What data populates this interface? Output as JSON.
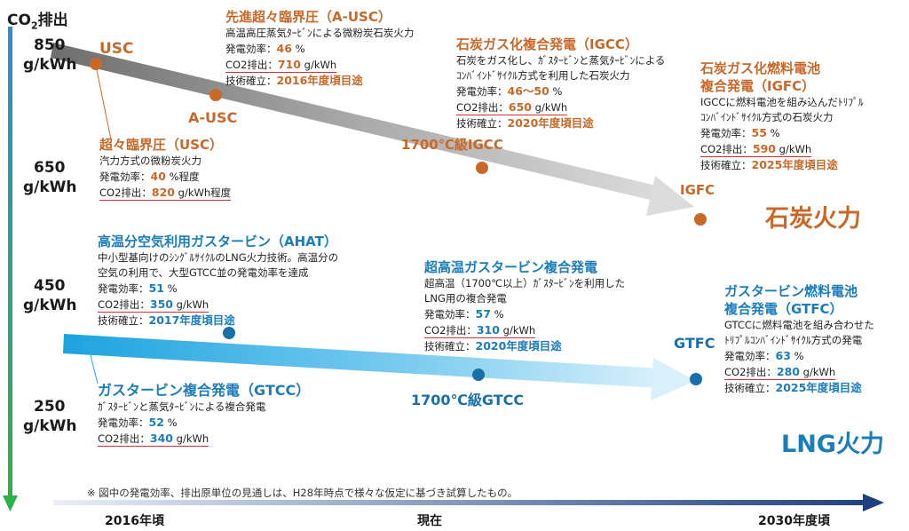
{
  "y_axis": {
    "title_main": "CO",
    "title_sub": "2",
    "title_tail": "排出",
    "labels": [
      {
        "value": "850",
        "unit": "g/kWh"
      },
      {
        "value": "650",
        "unit": "g/kWh"
      },
      {
        "value": "450",
        "unit": "g/kWh"
      },
      {
        "value": "250",
        "unit": "g/kWh"
      }
    ]
  },
  "x_axis": {
    "ticks": [
      "2016年頃",
      "現在",
      "2030年度頃"
    ],
    "note": "※ 図中の発電効率、排出原単位の見通しは、H28年時点で様々な仮定に基づき試算したもの。"
  },
  "categories": {
    "coal": "石炭火力",
    "lng": "LNG火力"
  },
  "coal_points": {
    "usc": "USC",
    "ausc": "A-USC",
    "igcc": "1700℃級IGCC",
    "igfc": "IGFC"
  },
  "lng_points": {
    "gtcc": "1700℃級GTCC",
    "gtfc": "GTFC"
  },
  "boxes": {
    "usc": {
      "title": "超々臨界圧（USC）",
      "desc": [
        "汽力方式の微粉炭火力"
      ],
      "eff_label": "発電効率：",
      "eff_value": "40",
      "eff_unit": "%程度",
      "co2_label": "CO2排出：",
      "co2_value": "820",
      "co2_unit": "g/kWh程度"
    },
    "ausc": {
      "title": "先進超々臨界圧（A-USC）",
      "desc": [
        "高温高圧蒸気ﾀｰﾋﾞﾝによる微粉炭石炭火力"
      ],
      "eff_label": "発電効率：",
      "eff_value": "46",
      "eff_unit": "%",
      "co2_label": "CO2排出：",
      "co2_value": "710",
      "co2_unit": "g/kWh",
      "tech_label": "技術確立：",
      "tech_value": "2016年度頃目途"
    },
    "igcc": {
      "title": "石炭ガス化複合発電（IGCC）",
      "desc": [
        "石炭をガス化し、ｶﾞｽﾀｰﾋﾞﾝと蒸気ﾀｰﾋﾞﾝによる",
        "ｺﾝﾊﾞｲﾝﾄﾞｻｲｸﾙ方式を利用した石炭火力"
      ],
      "eff_label": "発電効率：",
      "eff_value": "46～50",
      "eff_unit": "%",
      "co2_label": "CO2排出：",
      "co2_value": "650",
      "co2_unit": "g/kWh",
      "tech_label": "技術確立：",
      "tech_value": "2020年度頃目途"
    },
    "igfc": {
      "title": "石炭ガス化燃料電池",
      "title2": "複合発電（IGFC）",
      "desc": [
        "IGCCに燃料電池を組み込んだﾄﾘﾌﾟﾙ",
        "ｺﾝﾊﾞｲﾝﾄﾞｻｲｸﾙ方式の石炭火力"
      ],
      "eff_label": "発電効率：",
      "eff_value": "55",
      "eff_unit": "%",
      "co2_label": "CO2排出：",
      "co2_value": "590",
      "co2_unit": "g/kWh",
      "tech_label": "技術確立：",
      "tech_value": "2025年度頃目途"
    },
    "ahat": {
      "title": "高温分空気利用ガスタービン（AHAT）",
      "desc": [
        "中小型基向けのｼﾝｸﾞﾙｻｲｸﾙのLNG火力技術。高温分の",
        "空気の利用で、大型GTCC並の発電効率を達成"
      ],
      "eff_label": "発電効率：",
      "eff_value": "51",
      "eff_unit": "%",
      "co2_label": "CO2排出：",
      "co2_value": "350",
      "co2_unit": "g/kWh",
      "tech_label": "技術確立：",
      "tech_value": "2017年度頃目途"
    },
    "hgtcc": {
      "title": "超高温ガスタービン複合発電",
      "desc": [
        "超高温（1700℃以上）ｶﾞｽﾀｰﾋﾞﾝを利用した",
        "LNG用の複合発電"
      ],
      "eff_label": "発電効率：",
      "eff_value": "57",
      "eff_unit": "%",
      "co2_label": "CO2排出：",
      "co2_value": "310",
      "co2_unit": "g/kWh",
      "tech_label": "技術確立：",
      "tech_value": "2020年度頃目途"
    },
    "gtfc": {
      "title": "ガスタービン燃料電池",
      "title2": "複合発電（GTFC）",
      "desc": [
        "GTCCに燃料電池を組み合わせた",
        "ﾄﾘﾌﾟﾙｺﾝﾊﾞｲﾝﾄﾞｻｲｸﾙ方式の発電"
      ],
      "eff_label": "発電効率：",
      "eff_value": "63",
      "eff_unit": "%",
      "co2_label": "CO2排出：",
      "co2_value": "280",
      "co2_unit": "g/kWh",
      "tech_label": "技術確立：",
      "tech_value": "2025年度頃目途"
    },
    "gtcc": {
      "title": "ガスタービン複合発電（GTCC）",
      "desc": [
        "ｶﾞｽﾀｰﾋﾞﾝと蒸気ﾀｰﾋﾞﾝによる複合発電"
      ],
      "eff_label": "発電効率：",
      "eff_value": "52",
      "eff_unit": "%",
      "co2_label": "CO2排出：",
      "co2_value": "340",
      "co2_unit": "g/kWh"
    }
  },
  "colors": {
    "coal": "#c8692a",
    "lng": "#1b7dba",
    "coal_arrow": "#a8a8a8",
    "lng_arrow": "#29a8e0",
    "y_axis_top": "#2a8fd0",
    "y_axis_bottom": "#2bb34a",
    "x_axis": "#1f3f80"
  }
}
